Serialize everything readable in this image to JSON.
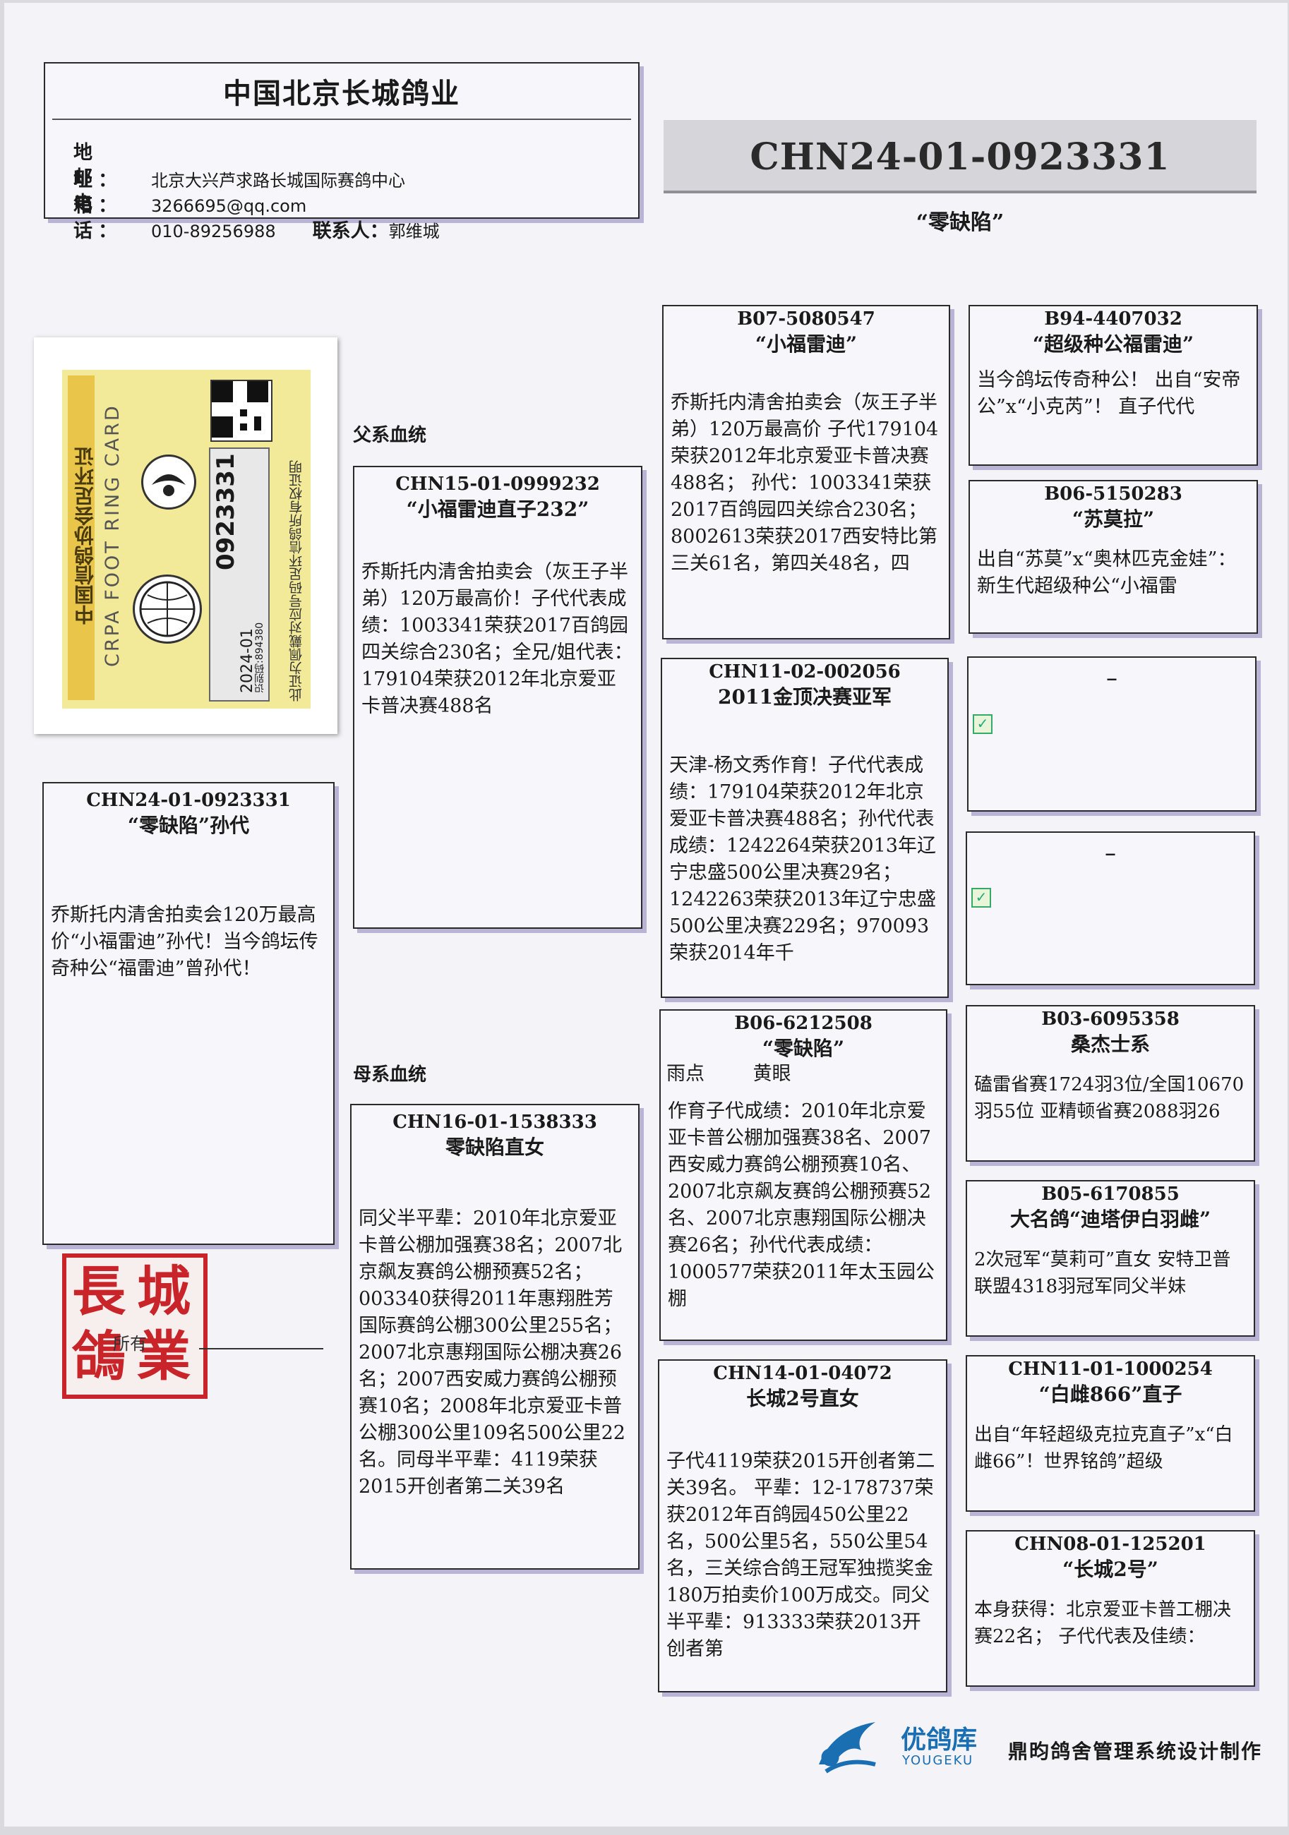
{
  "header": {
    "title": "中国北京长城鸽业",
    "address_label": "地 址：",
    "address": "北京大兴芦求路长城国际赛鸽中心",
    "email_label": "邮 箱：",
    "email": "3266695@qq.com",
    "phone_label": "电 话：",
    "phone": "010-89256988",
    "contact_label": "联系人：",
    "contact": "郭维城"
  },
  "pigeon": {
    "ring": "CHN24-01-0923331",
    "name": "“零缺陷”"
  },
  "ring_card": {
    "title_cn": "中国信鸽协会足环证",
    "title_en": "CRPA FOOT RING CARD",
    "ring_year": "2024-01",
    "ring_no": "0923331",
    "serial": "识别码:894380",
    "note": "此证为佩戴对应号码足环信鸽所有权证明"
  },
  "labels": {
    "sire_line": "父系血统",
    "dam_line": "母系血统"
  },
  "subject": {
    "ring": "CHN24-01-0923331",
    "title": "“零缺陷”孙代",
    "text": "乔斯托内清舍拍卖会120万最高价“小福雷迪”孙代！当今鸽坛传奇种公“福雷迪”曾孙代！"
  },
  "sire": {
    "ring": "CHN15-01-0999232",
    "title": "“小福雷迪直子232”",
    "text": "乔斯托内清舍拍卖会（灰王子半弟）120万最高价！子代代表成绩：1003341荣获2017百鸽园四关综合230名；全兄/姐代表：179104荣获2012年北京爱亚卡普决赛488名"
  },
  "dam": {
    "ring": "CHN16-01-1538333",
    "title": "零缺陷直女",
    "text": "同父半平辈：2010年北京爱亚卡普公棚加强赛38名；2007北京飙友赛鸽公棚预赛52名；003340获得2011年惠翔胜芳国际赛鸽公棚300公里255名；2007北京惠翔国际公棚决赛26名；2007西安威力赛鸽公棚预赛10名；2008年北京爱亚卡普公棚300公里109名500公里22名。同母半平辈：4119荣获2015开创者第二关39名"
  },
  "ss": {
    "ring": "B07-5080547",
    "title": "“小福雷迪”",
    "text": "乔斯托内清舍拍卖会（灰王子半弟）120万最高价 子代179104荣获2012年北京爱亚卡普决赛488名； 孙代：1003341荣获2017百鸽园四关综合230名；8002613荣获2017西安特比第三关61名，第四关48名，四"
  },
  "sd": {
    "ring": "CHN11-02-002056",
    "title": "2011金顶决赛亚军",
    "text": "天津-杨文秀作育！子代代表成绩：179104荣获2012年北京爱亚卡普决赛488名；孙代代表成绩：1242264荣获2013年辽宁忠盛500公里决赛29名；1242263荣获2013年辽宁忠盛500公里决赛229名；970093荣获2014年千"
  },
  "ds": {
    "ring": "B06-6212508",
    "title": "“零缺陷”",
    "attr1": "雨点",
    "attr2": "黄眼",
    "text": "作育子代成绩：2010年北京爱亚卡普公棚加强赛38名、2007西安威力赛鸽公棚预赛10名、2007北京飙友赛鸽公棚预赛52名、2007北京惠翔国际公棚决赛26名；孙代代表成绩：1000577荣获2011年太玉园公棚"
  },
  "dd": {
    "ring": "CHN14-01-04072",
    "title": "长城2号直女",
    "text": "子代4119荣获2015开创者第二关39名。 平辈：12-178737荣获2012年百鸽园450公里22名，500公里5名，550公里54名，三关综合鸽王冠军独揽奖金180万拍卖价100万成交。同父半平辈：913333荣获2013开创者第"
  },
  "sss": {
    "ring": "B94-4407032",
    "title": "“超级种公福雷迪”",
    "text": "当今鸽坛传奇种公！ 出自“安帝公”x“小克芮”！ 直子代代"
  },
  "ssd": {
    "ring": "B06-5150283",
    "title": "“苏莫拉”",
    "text": "出自“苏莫”x“奥林匹克金娃”：新生代超级种公“小福雷"
  },
  "sds": {
    "ring": "_"
  },
  "sdd": {
    "ring": "_"
  },
  "dss": {
    "ring": "B03-6095358",
    "title": "桑杰士系",
    "text": "磕雷省赛1724羽3位/全国10670羽55位 亚精顿省赛2088羽26"
  },
  "dsd": {
    "ring": "B05-6170855",
    "title": "大名鸽“迪塔伊白羽雌”",
    "text": "2次冠军“莫莉可”直女 安特卫普联盟4318羽冠军同父半妹"
  },
  "dds": {
    "ring": "CHN11-01-1000254",
    "title": "“白雌866”直子",
    "text": "出自“年轻超级克拉克直子”x“白雌66”！世界铭鸽”超级"
  },
  "ddd": {
    "ring": "CHN08-01-125201",
    "title": "“长城2号”",
    "text": "本身获得：北京爱亚卡普工棚决赛22名； 子代代表及佳绩："
  },
  "stamp": {
    "chars": [
      "長",
      "城",
      "鴿",
      "業"
    ],
    "owner_label": "所有"
  },
  "footer": {
    "brand_cn": "优鸽库",
    "brand_en": "YOUGEKU",
    "credit": "鼎昀鸽舍管理系统设计制作"
  },
  "colors": {
    "box_shadow": "#b9b3d6",
    "banner_bg": "#d6d6da",
    "stamp_red": "#c9242a",
    "card_yellow": "#f2ea98",
    "brand_blue": "#1a6fb3"
  }
}
